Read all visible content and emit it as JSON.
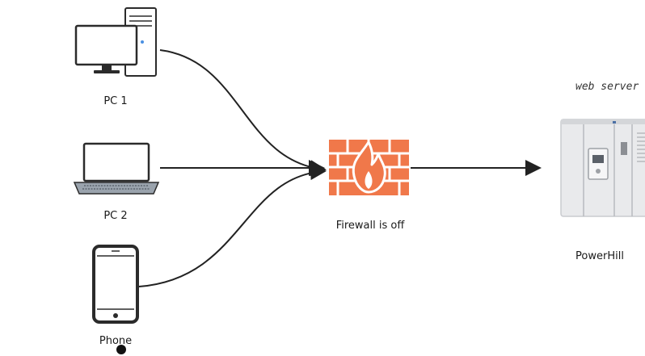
{
  "nodes": {
    "pc1": {
      "label": "PC 1",
      "icon": "desktop-computer-icon"
    },
    "pc2": {
      "label": "PC 2",
      "icon": "laptop-icon"
    },
    "phone": {
      "label": "Phone",
      "icon": "smartphone-icon"
    },
    "firewall": {
      "label": "Firewall  is off",
      "icon": "firewall-brick-icon"
    },
    "server": {
      "label": "PowerHill",
      "caption": "web server",
      "icon": "server-cabinet-icon"
    }
  },
  "colors": {
    "firewall": "#f0784a",
    "arrow": "#222222",
    "device_outline": "#2b2b2b",
    "server_body": "#e9eaec"
  }
}
